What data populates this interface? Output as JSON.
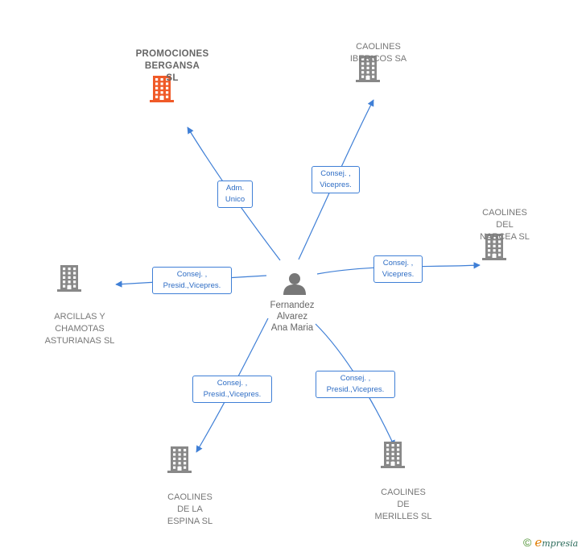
{
  "center": {
    "name": "Fernandez\nAlvarez\nAna Maria",
    "icon": "person-icon"
  },
  "companies": [
    {
      "id": "promociones",
      "name": "PROMOCIONES\nBERGANSA\nSL",
      "highlight": true,
      "color": "#f05a28",
      "icon": "building-icon"
    },
    {
      "id": "caolines-ibericos",
      "name": "CAOLINES\nIBERICOS SA",
      "highlight": false,
      "color": "#888888",
      "icon": "building-icon"
    },
    {
      "id": "caolines-narcea",
      "name": "CAOLINES\nDEL\nNARCEA SL",
      "highlight": false,
      "color": "#888888",
      "icon": "building-icon"
    },
    {
      "id": "arcillas",
      "name": "ARCILLAS Y\nCHAMOTAS\nASTURIANAS SL",
      "highlight": false,
      "color": "#888888",
      "icon": "building-icon"
    },
    {
      "id": "caolines-espina",
      "name": "CAOLINES\nDE LA\nESPINA SL",
      "highlight": false,
      "color": "#888888",
      "icon": "building-icon"
    },
    {
      "id": "caolines-merilles",
      "name": "CAOLINES\nDE\nMERILLES SL",
      "highlight": false,
      "color": "#888888",
      "icon": "building-icon"
    }
  ],
  "relations": [
    {
      "to": "promociones",
      "label": "Adm.\nUnico"
    },
    {
      "to": "caolines-ibericos",
      "label": "Consej. ,\nVicepres."
    },
    {
      "to": "caolines-narcea",
      "label": "Consej. ,\nVicepres."
    },
    {
      "to": "arcillas",
      "label": "Consej. ,\nPresid.,Vicepres."
    },
    {
      "to": "caolines-espina",
      "label": "Consej. ,\nPresid.,Vicepres."
    },
    {
      "to": "caolines-merilles",
      "label": "Consej. ,\nPresid.,Vicepres."
    }
  ],
  "colors": {
    "edge": "#3f7fd6",
    "building": "#888888",
    "highlight": "#f05a28",
    "person": "#777777"
  },
  "brand": {
    "copyright": "©",
    "initial": "e",
    "rest": "mpresia"
  }
}
